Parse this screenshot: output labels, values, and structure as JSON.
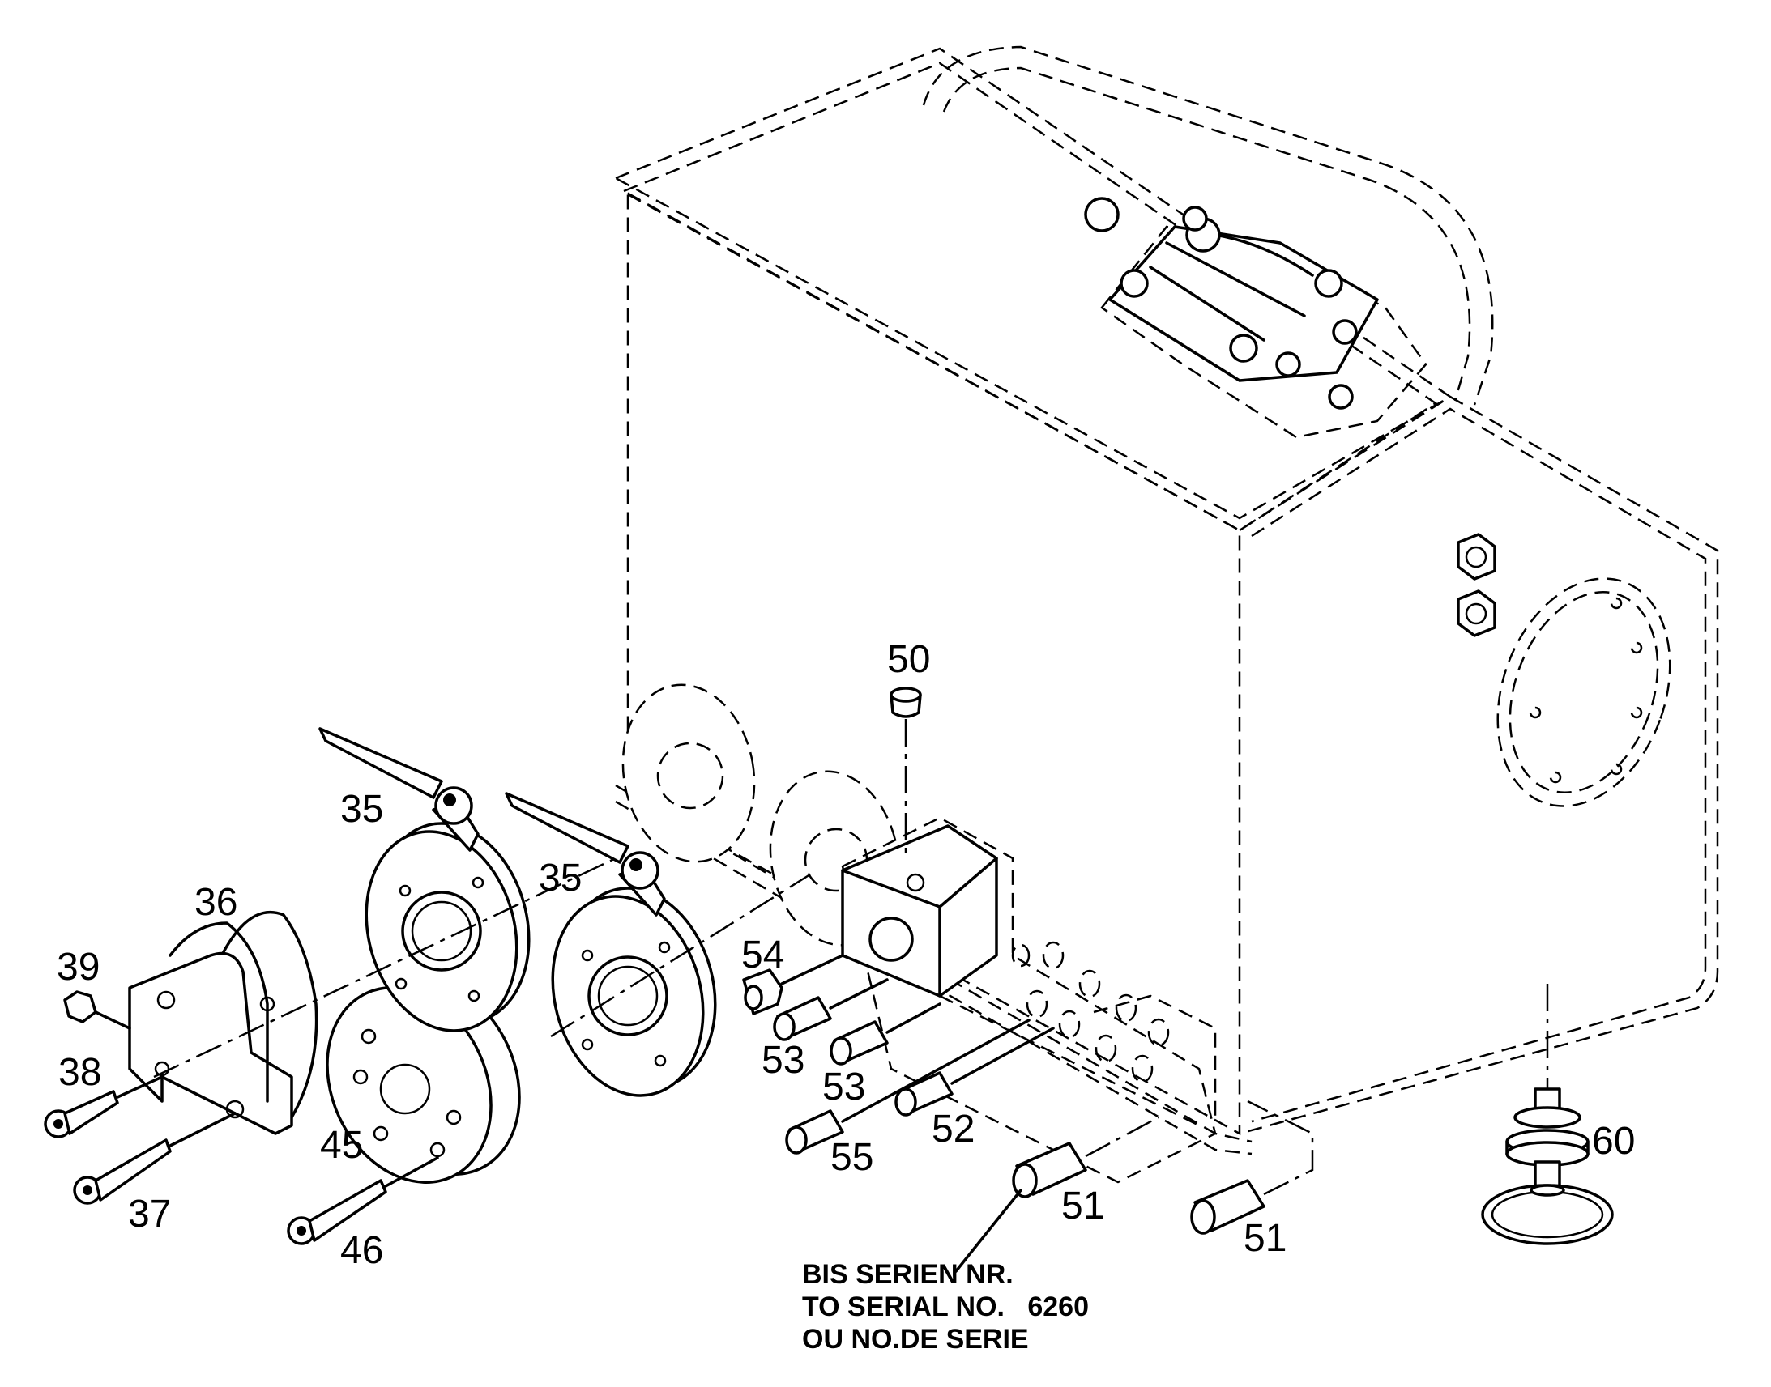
{
  "labels": {
    "p35a": "35",
    "p35b": "35",
    "p36": "36",
    "p39": "39",
    "p38": "38",
    "p37": "37",
    "p45": "45",
    "p46": "46",
    "p50": "50",
    "p54": "54",
    "p53a": "53",
    "p53b": "53",
    "p55": "55",
    "p52": "52",
    "p51a": "51",
    "p51b": "51",
    "p60": "60"
  },
  "note": {
    "line1": "BIS SERIEN NR.",
    "line2": "TO SERIAL NO.   6260",
    "line3": "OU NO.DE SERIE"
  }
}
